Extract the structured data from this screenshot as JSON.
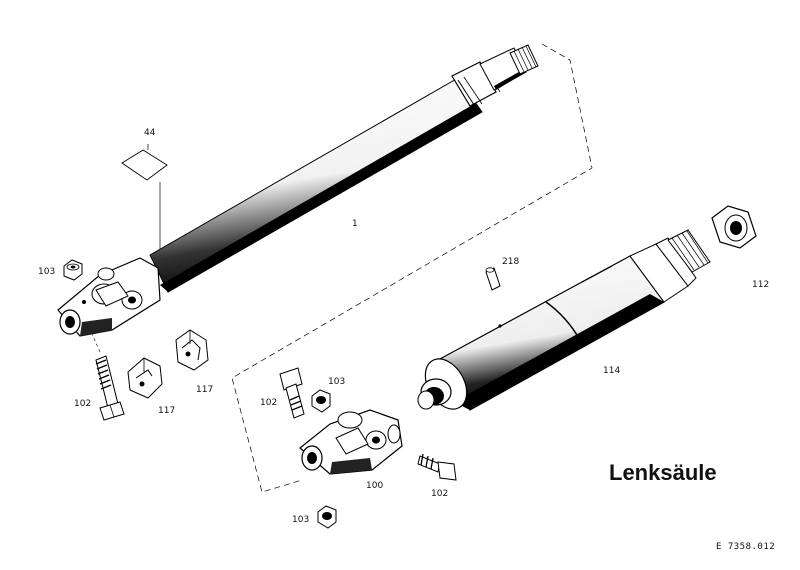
{
  "title": "Lenksäule",
  "drawing_number": "E  7358.012",
  "parts": [
    {
      "id": "p44",
      "number": "44"
    },
    {
      "id": "p1",
      "number": "1"
    },
    {
      "id": "p103a",
      "number": "103"
    },
    {
      "id": "p102a",
      "number": "102"
    },
    {
      "id": "p117a",
      "number": "117"
    },
    {
      "id": "p117b",
      "number": "117"
    },
    {
      "id": "p218",
      "number": "218"
    },
    {
      "id": "p112",
      "number": "112"
    },
    {
      "id": "p114",
      "number": "114"
    },
    {
      "id": "p102b",
      "number": "102"
    },
    {
      "id": "p103b",
      "number": "103"
    },
    {
      "id": "p100",
      "number": "100"
    },
    {
      "id": "p102c",
      "number": "102"
    },
    {
      "id": "p103c",
      "number": "103"
    }
  ]
}
